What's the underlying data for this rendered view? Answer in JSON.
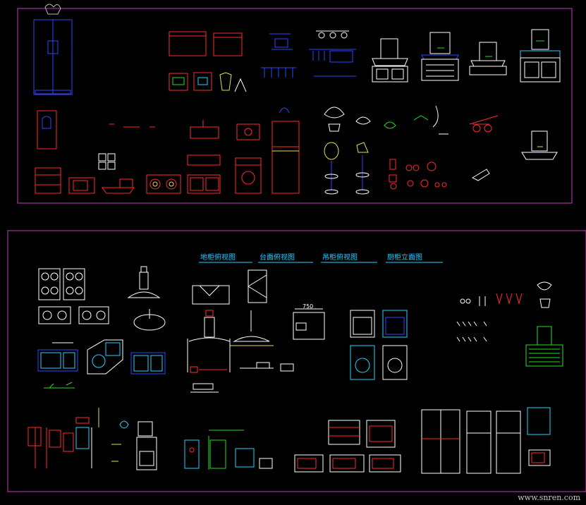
{
  "colors": {
    "frame": "#c23bc2",
    "red": "#ff2a2a",
    "blue": "#2f46ff",
    "cyan": "#22d3ff",
    "white": "#ffffff",
    "green": "#22e022",
    "yellow": "#e6e04a"
  },
  "section_labels": [
    {
      "text": "地柜俯视图"
    },
    {
      "text": "台面俯视图"
    },
    {
      "text": "吊柜俯视图"
    },
    {
      "text": "厨柜立面图"
    }
  ],
  "dimension_text": "750",
  "watermark": "www.snren.com",
  "icons": {
    "refrigerator": "refrigerator-icon",
    "range_hood": "range-hood-icon",
    "gas_stove": "gas-stove-icon",
    "sink": "sink-icon",
    "washing_machine": "washing-machine-icon",
    "microwave": "microwave-icon",
    "plant": "plant-icon",
    "bar_stool": "bar-stool-icon",
    "water_heater": "water-heater-icon"
  }
}
